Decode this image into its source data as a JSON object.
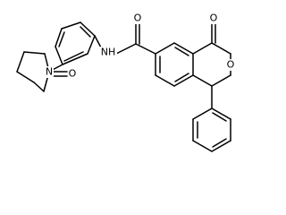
{
  "molecule": {
    "atoms": [
      {
        "id": "O_lactam",
        "label": "O"
      },
      {
        "id": "N_pyrrolidinone",
        "label": "N"
      },
      {
        "id": "N_amide",
        "label": "NH"
      },
      {
        "id": "O_amide",
        "label": "O"
      },
      {
        "id": "O_carbonyl",
        "label": "O"
      },
      {
        "id": "O_ring",
        "label": "O"
      }
    ],
    "colors": {
      "bond": "#000000",
      "label": "#000000",
      "background": "#ffffff"
    }
  }
}
